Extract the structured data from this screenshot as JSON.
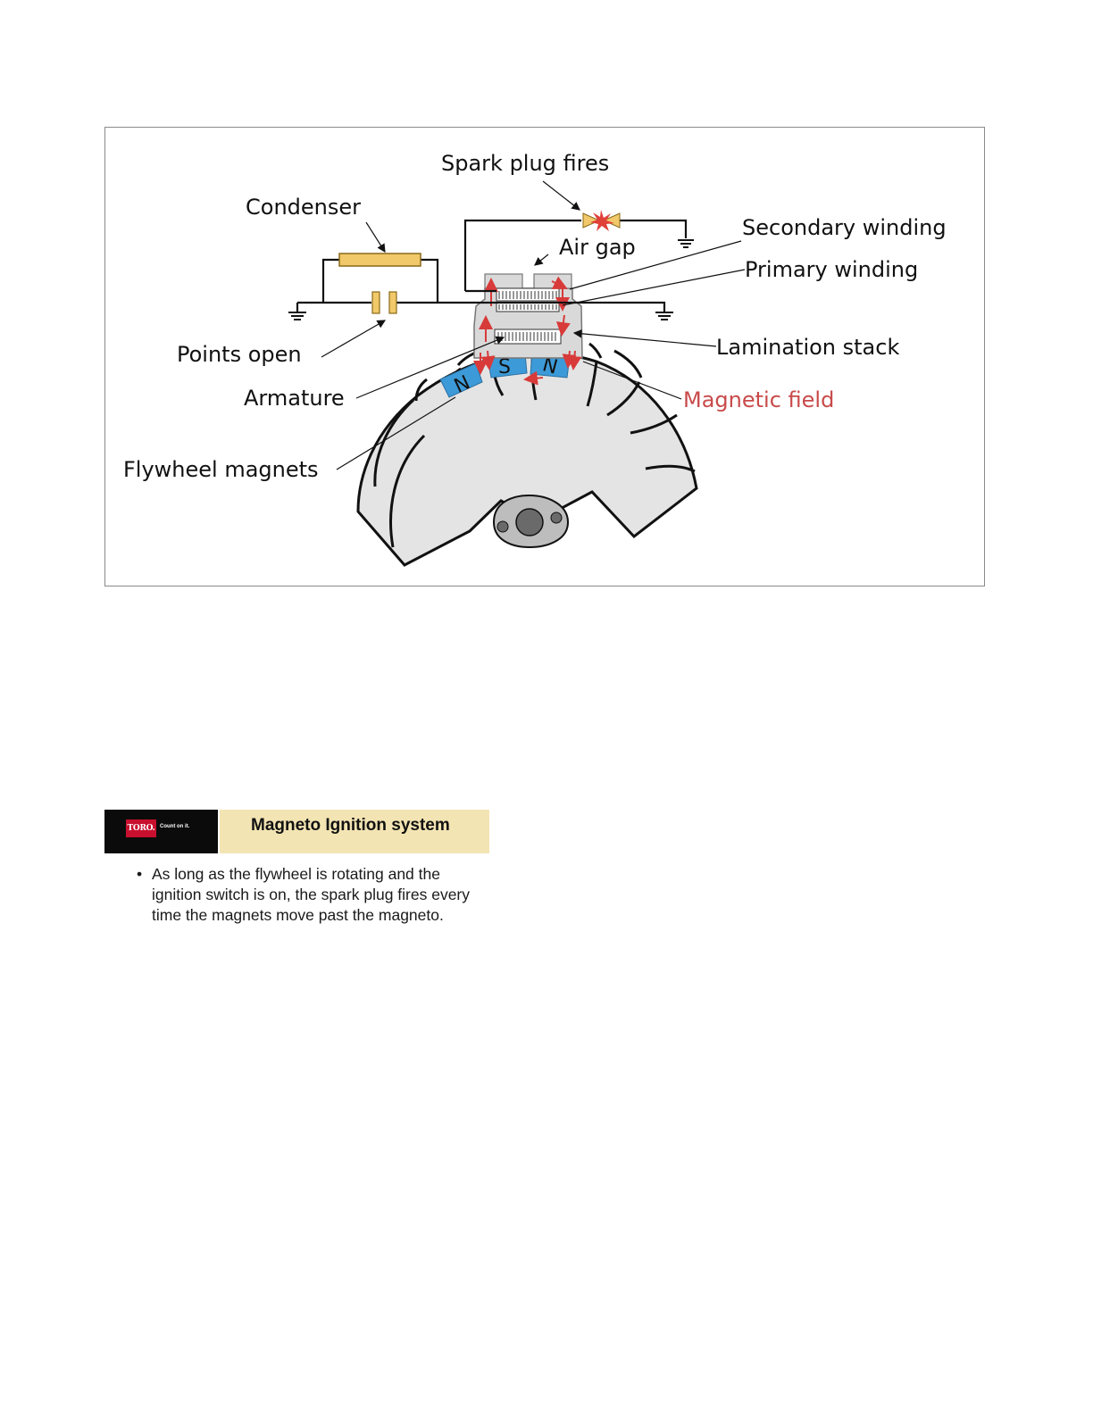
{
  "diagram": {
    "labels": {
      "spark_plug": "Spark plug fires",
      "condenser": "Condenser",
      "air_gap": "Air gap",
      "secondary": "Secondary winding",
      "primary": "Primary winding",
      "points": "Points open",
      "lamination": "Lamination stack",
      "armature": "Armature",
      "magnetic_field": "Magnetic field",
      "flywheel_magnets": "Flywheel magnets"
    },
    "magnet_letters": [
      "N",
      "S",
      "N"
    ],
    "colors": {
      "magnet": "#3d9ad8",
      "field_arrow": "#d83a3a",
      "condenser": "#f1c96a",
      "flywheel": "#e4e4e4",
      "core": "#d9d9d9",
      "field_label": "#c94a4a"
    }
  },
  "slide": {
    "logo_text": "TORO.",
    "logo_tagline": "Count on it.",
    "title": "Magneto Ignition system",
    "bullet_symbol": "•",
    "bullet": "As long as the flywheel is rotating and the ignition switch is on, the spark plug fires every time the magnets move past the magneto."
  }
}
